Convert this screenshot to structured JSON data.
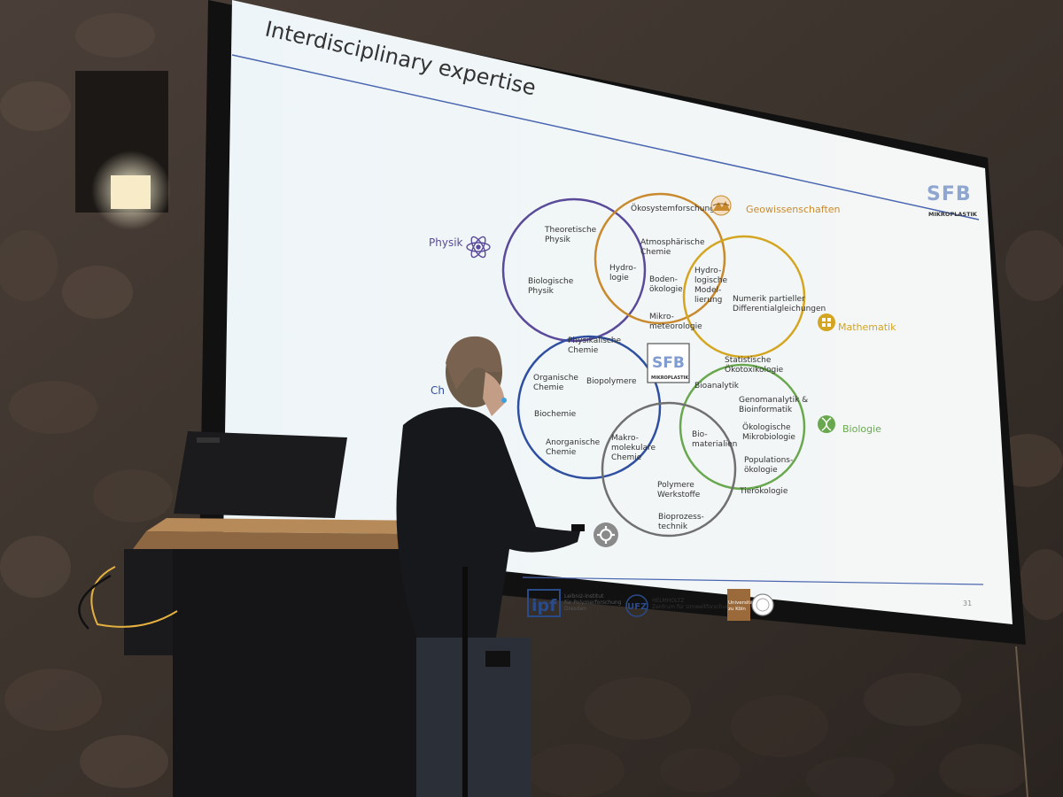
{
  "slide": {
    "title": "Interdisciplinary expertise",
    "page_number": "31",
    "logo_sfb": {
      "top": "SFB",
      "bottom": "MIKROPLASTIK"
    },
    "center_logo": {
      "top": "SFB",
      "bottom": "MIKROPLASTIK"
    },
    "disciplines": {
      "physik": "Physik",
      "chemie": "Ch",
      "geowissenschaften": "Geowissenschaften",
      "mathematik": "Mathematik",
      "biologie": "Biologie"
    },
    "terms": {
      "theoretische_physik": [
        "Theoretische",
        "Physik"
      ],
      "biologische_physik": [
        "Biologische",
        "Physik"
      ],
      "oekosystemforschung": [
        "Ökosystemforschung"
      ],
      "atmosphaerische_chemie": [
        "Atmosphärische",
        "Chemie"
      ],
      "hydrologie": [
        "Hydro-",
        "logie"
      ],
      "bodenoekologie": [
        "Boden-",
        "ökologie"
      ],
      "mikrometeorologie": [
        "Mikro-",
        "meteorologie"
      ],
      "hydrologische_modellierung": [
        "Hydro-",
        "logische",
        "Model-",
        "lierung"
      ],
      "numerik": [
        "Numerik partieller",
        "Differentialgleichungen"
      ],
      "physikalische_chemie": [
        "Physikalische",
        "Chemie"
      ],
      "organische_chemie": [
        "Organische",
        "Chemie"
      ],
      "biopolymere": [
        "Biopolymere"
      ],
      "biochemie": [
        "Biochemie"
      ],
      "anorganische_chemie": [
        "Anorganische",
        "Chemie"
      ],
      "makromolekulare_chemie": [
        "Makro-",
        "molekulare",
        "Chemie"
      ],
      "statistische_oekotoxikologie": [
        "Statistische",
        "Ökotoxikologie"
      ],
      "bioanalytik": [
        "Bioanalytik"
      ],
      "genomanalytik": [
        "Genomanalytik &",
        "Bioinformatik"
      ],
      "oekologische_mikrobiologie": [
        "Ökologische",
        "Mikrobiologie"
      ],
      "biomaterialien": [
        "Bio-",
        "materialien"
      ],
      "populationsoekologie": [
        "Populations-",
        "ökologie"
      ],
      "tieroekologie": [
        "Tierökologie"
      ],
      "polymere_werkstoffe": [
        "Polymere",
        "Werkstoffe"
      ],
      "bioprozesstechnik": [
        "Bioprozess-",
        "technik"
      ]
    },
    "colors": {
      "physik": "#5a4a9a",
      "chemie": "#2f4fa0",
      "geowissenschaften": "#c98a2e",
      "mathematik": "#d4a520",
      "biologie": "#6aa84f",
      "engineering": "#707070"
    },
    "footer": {
      "ipf_logo": "ipf",
      "ipf_text": [
        "Leibniz-Institut",
        "für Polymerforschung",
        "Dresden"
      ],
      "ufz_logo": "UFZ",
      "helmholtz_text": [
        "HELMHOLTZ",
        "Zentrum für Umweltforschung"
      ],
      "koeln_text": [
        "Universität",
        "zu Köln"
      ]
    }
  },
  "icons": {
    "physik": "atom-icon",
    "geowissenschaften": "landscape-icon",
    "mathematik": "grid-calculator-icon",
    "biologie": "dna-icon",
    "engineering": "gear-icon"
  }
}
